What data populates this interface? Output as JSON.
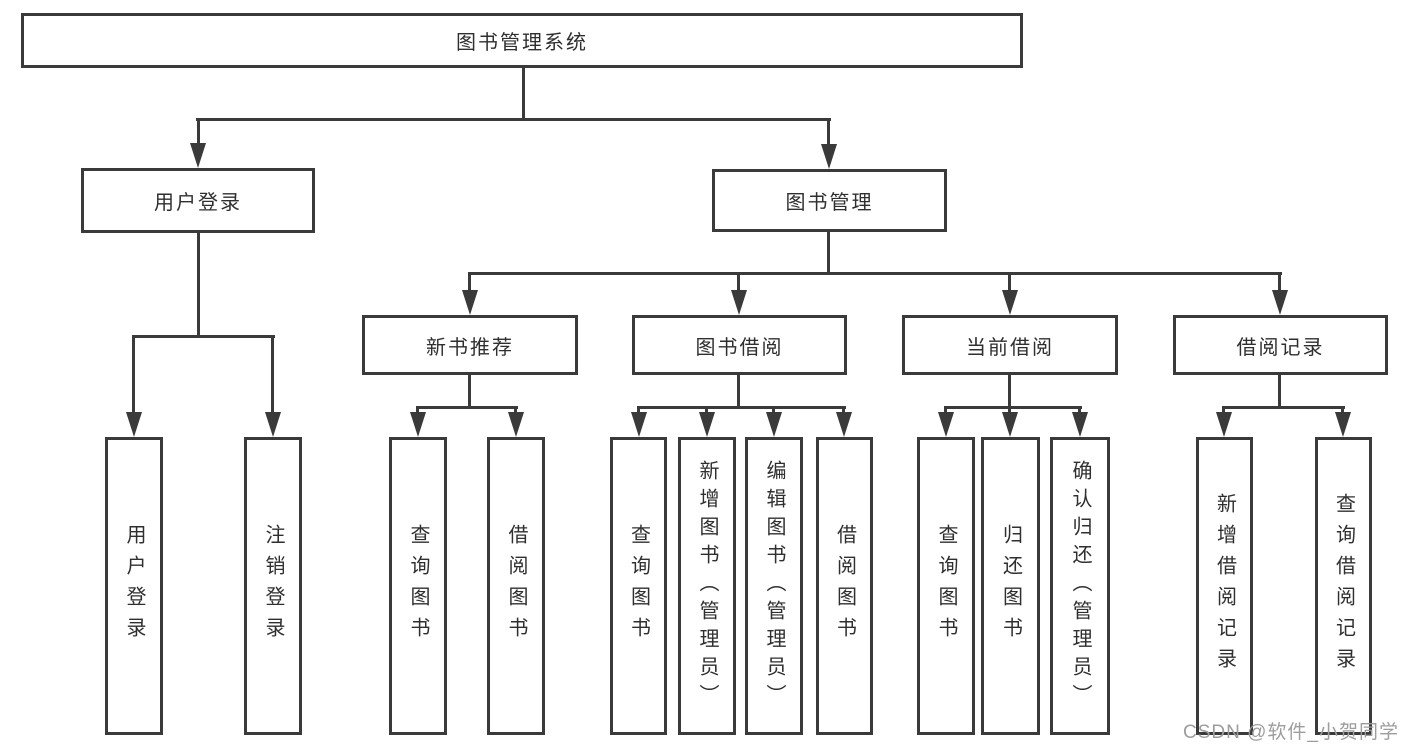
{
  "diagram": {
    "type": "org-tree",
    "title": "图书管理系统",
    "colors": {
      "line": "#3a3a3a",
      "box_border": "#3a3a3a",
      "box_fill": "#ffffff",
      "text": "#2f2f2f",
      "watermark": "#9d9d9d"
    },
    "tree": {
      "label": "图书管理系统",
      "children": [
        {
          "label": "用户登录",
          "children": [
            {
              "label": "用户登录"
            },
            {
              "label": "注销登录"
            }
          ]
        },
        {
          "label": "图书管理",
          "children": [
            {
              "label": "新书推荐",
              "children": [
                {
                  "label": "查询图书"
                },
                {
                  "label": "借阅图书"
                }
              ]
            },
            {
              "label": "图书借阅",
              "children": [
                {
                  "label": "查询图书"
                },
                {
                  "label": "新增图书（管理员）"
                },
                {
                  "label": "编辑图书（管理员）"
                },
                {
                  "label": "借阅图书"
                }
              ]
            },
            {
              "label": "当前借阅",
              "children": [
                {
                  "label": "查询图书"
                },
                {
                  "label": "归还图书"
                },
                {
                  "label": "确认归还（管理员）"
                }
              ]
            },
            {
              "label": "借阅记录",
              "children": [
                {
                  "label": "新增借阅记录"
                },
                {
                  "label": "查询借阅记录"
                }
              ]
            }
          ]
        }
      ]
    }
  },
  "watermark": {
    "text": "CSDN @软件_小贺同学"
  }
}
